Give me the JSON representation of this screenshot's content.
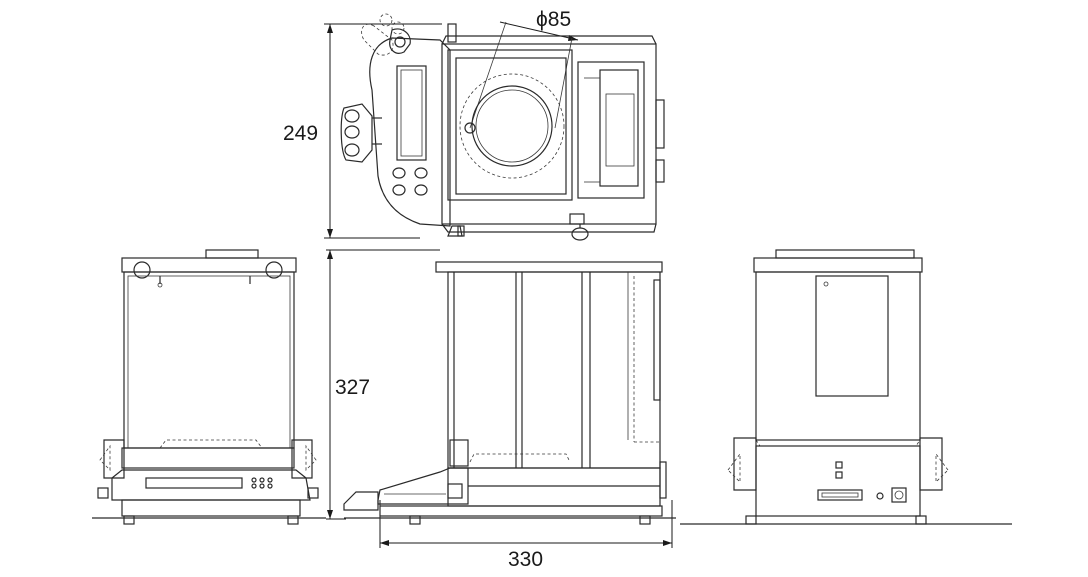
{
  "dimensions": {
    "top_diameter": "ϕ85",
    "depth": "249",
    "height": "327",
    "width": "330"
  },
  "colors": {
    "line": "#2a2a2a",
    "background": "#ffffff"
  }
}
